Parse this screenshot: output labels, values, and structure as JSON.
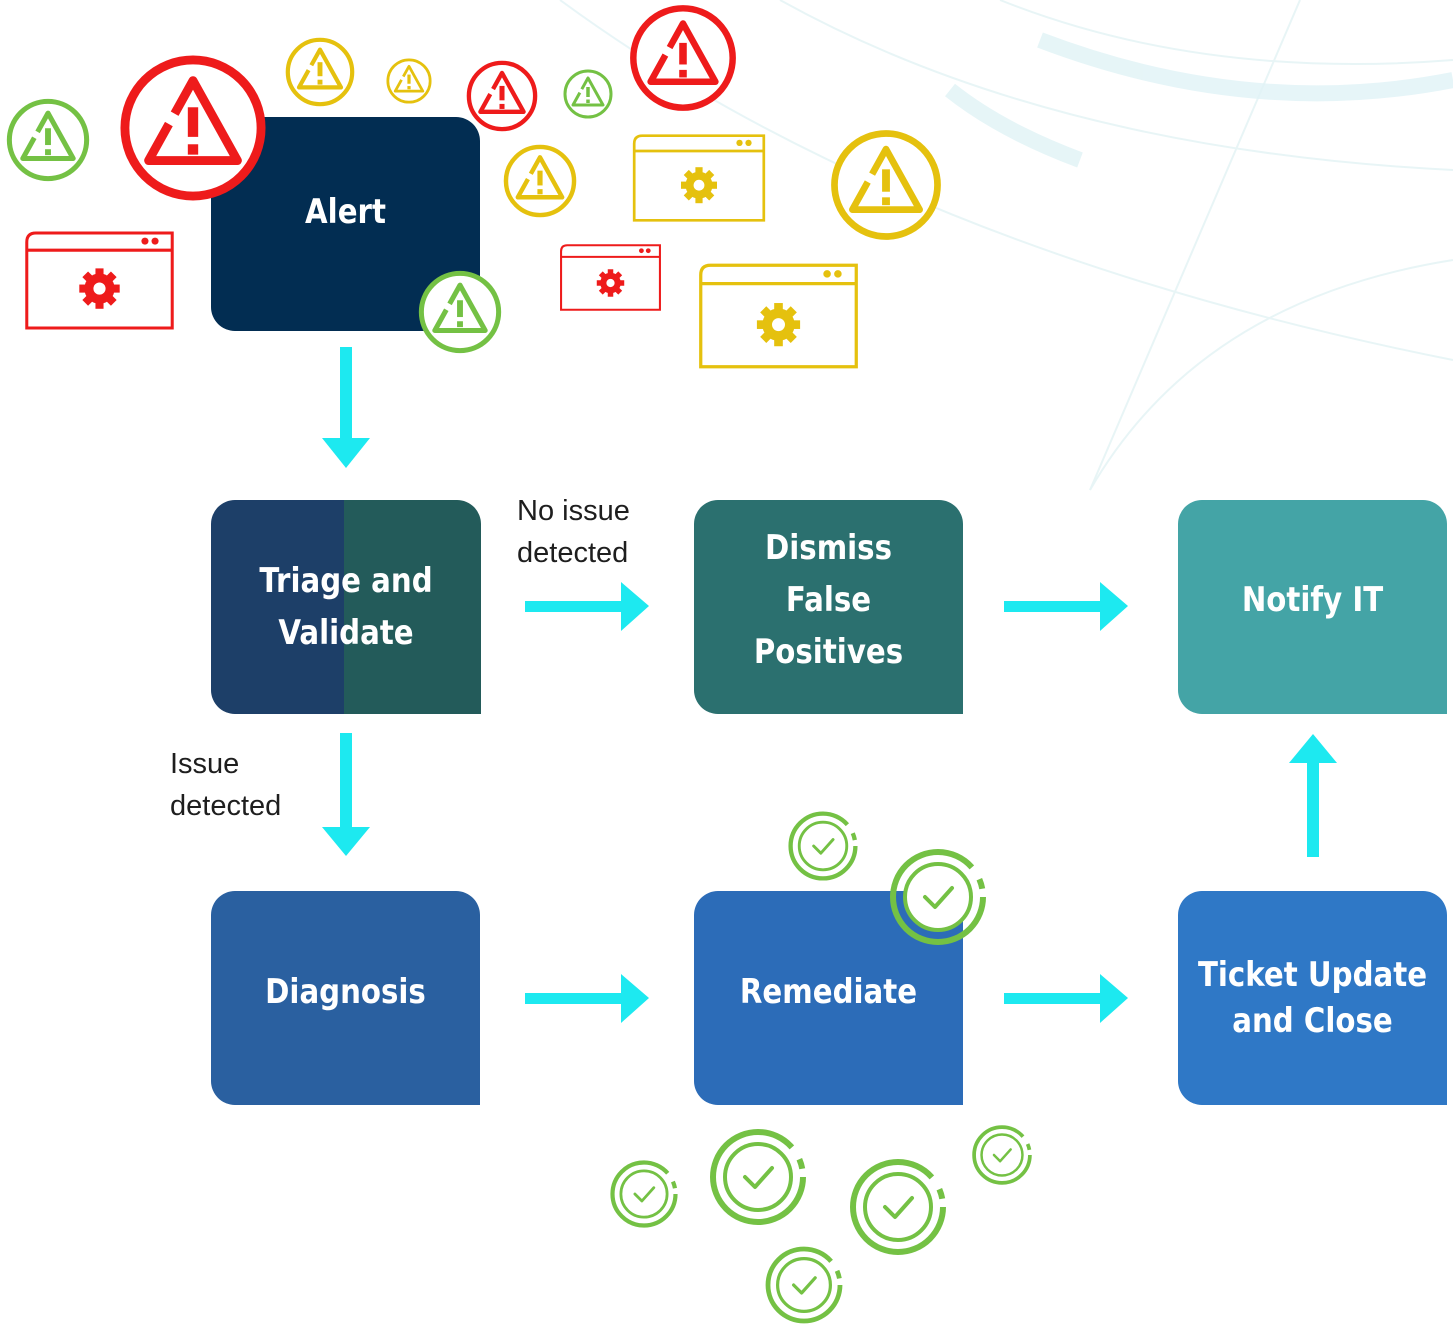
{
  "colors": {
    "arrow": "#1de9f0",
    "alert_box": "#022d52",
    "triage_left": "#1d3f68",
    "triage_right": "#235b5a",
    "dismiss_box": "#2b706f",
    "notify_box": "#44a4a6",
    "diagnosis_box": "#2a60a0",
    "remediate_box": "#2c6cb8",
    "ticket_box": "#2f78c6",
    "warn_red": "#ee1b1b",
    "warn_yellow": "#e5c10e",
    "warn_green": "#74c144",
    "check_green": "#74c144"
  },
  "nodes": {
    "alert": "Alert",
    "triage_line1": "Triage and",
    "triage_line2": "Validate",
    "dismiss_line1": "Dismiss",
    "dismiss_line2": "False",
    "dismiss_line3": "Positives",
    "notify": "Notify IT",
    "diagnosis": "Diagnosis",
    "remediate": "Remediate",
    "ticket_line1": "Ticket Update",
    "ticket_line2": "and Close"
  },
  "edge_labels": {
    "no_issue_line1": "No issue",
    "no_issue_line2": "detected",
    "issue_line1": "Issue",
    "issue_line2": "detected"
  },
  "icons": {
    "warning": "warning-triangle-icon",
    "browser_gear": "browser-window-gear-icon",
    "check": "check-circle-icon"
  }
}
